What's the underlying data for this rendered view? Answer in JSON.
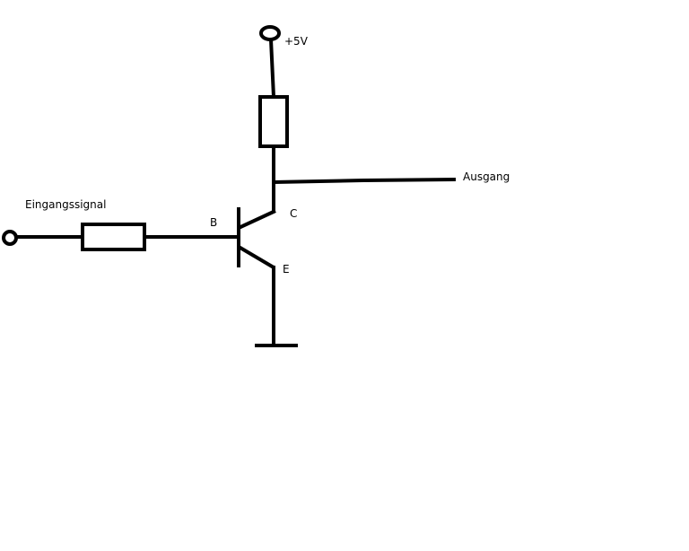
{
  "labels": {
    "supply": "+5V",
    "output": "Ausgang",
    "input": "Eingangssignal",
    "base": "B",
    "collector": "C",
    "emitter": "E"
  },
  "colors": {
    "line": "#000000",
    "background": "#ffffff"
  }
}
